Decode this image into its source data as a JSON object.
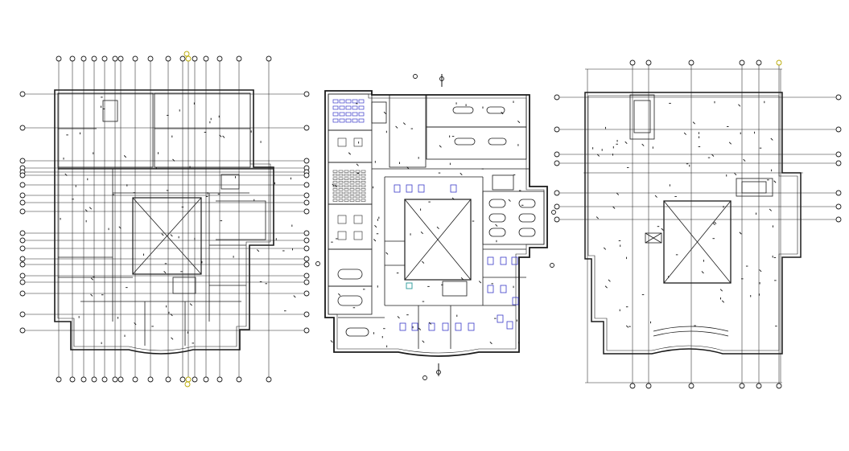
{
  "drawing": {
    "colors": {
      "background": "#ffffff",
      "line": "#1a1a1a",
      "grid": "#222222",
      "bubble_fill": "#ffffff",
      "bubble_highlight": "#e8d84a",
      "furniture_blue": "#3a3ac8",
      "stair_teal": "#3aa0a0"
    },
    "plans": [
      {
        "name": "structural-grid-plan"
      },
      {
        "name": "furnished-floor-plan"
      },
      {
        "name": "roof-plan"
      }
    ],
    "icons": [
      "grid-bubble-icon",
      "north-marker-icon",
      "open-to-below-icon",
      "staircase-icon"
    ]
  }
}
